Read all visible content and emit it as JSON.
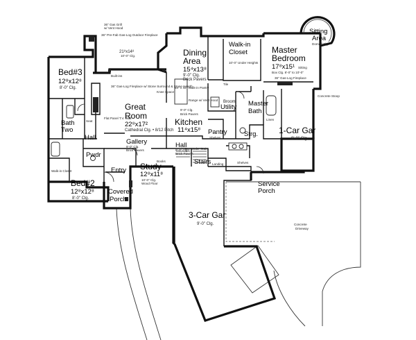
{
  "rooms": {
    "bed3": {
      "name": "Bed#3",
      "dim": "12⁸x12⁸",
      "note": "8'-0\" Clg."
    },
    "bed2": {
      "name": "Bed#2",
      "dim": "12⁸x12⁸",
      "note": "8'-0\" Clg."
    },
    "great": {
      "name": "Great",
      "name2": "Room",
      "dim": "22⁸x17²",
      "note": "Cathedral Clg. • 8/12 Pitch"
    },
    "dining": {
      "name": "Dining",
      "name2": "Area",
      "dim": "15⁴x13⁸",
      "note": "9'-0\" Clg.",
      "note2": "Brick Pavers"
    },
    "walkin": {
      "name": "Walk-in",
      "name2": "Closet",
      "note": "10'-0\" Under Heights"
    },
    "master": {
      "name": "Master",
      "name2": "Bedroom",
      "dim": "17⁸x15¹",
      "note": "Sitting",
      "note2": "Box Clg. 8'-0\" to 10'-0\"",
      "note3": "36\" Gas-Log Fireplace"
    },
    "sitting": {
      "name": "Sitting",
      "name2": "Area",
      "note": "Domed Clg."
    },
    "kitchen": {
      "name": "Kitchen",
      "dim": "11⁴x15⁸",
      "note": "9'-0\" Clg.",
      "note2": "Brick Pavers"
    },
    "utility": {
      "name": "Utility",
      "note": "Broom"
    },
    "masterbath": {
      "name": "Master",
      "name2": "Bath"
    },
    "pantry": {
      "name": "Pantry",
      "note": "Shelves"
    },
    "strg": {
      "name": "Strg."
    },
    "gar1": {
      "name": "1-Car Gar",
      "note": "9'-0\" Clg."
    },
    "gallery": {
      "name": "Gallery",
      "note": "9'-0\" Clg.",
      "note2": "Brick Pavers"
    },
    "study": {
      "name": "Study",
      "dim": "12⁸x11⁸",
      "note": "10'-0\" Clg.",
      "note2": "Wood Floor"
    },
    "entry": {
      "name": "Entry"
    },
    "covered": {
      "name": "Covered",
      "name2": "Porch"
    },
    "hall1": {
      "name": "Hall"
    },
    "hall2": {
      "name": "Hall",
      "note": "9'-0\" Clg.",
      "note2": "Brick Pavers"
    },
    "stairs": {
      "name": "Stairs"
    },
    "bath2": {
      "name": "Bath",
      "name2": "Two"
    },
    "pwdr": {
      "name": "Pwdr"
    },
    "gar3": {
      "name": "3-Car Gar",
      "note": "9'-0\" Clg."
    },
    "service": {
      "name": "Service",
      "name2": "Porch"
    },
    "driveway": {
      "name": "Concrete",
      "name2": "Driveway"
    }
  },
  "notes": {
    "grill": "36\" Gas Grill",
    "grill2": "w/ Vent Hood",
    "outdoor_fp": "36\" Pre-Fab Gas-Log Outdoor Fireplace",
    "porch_dim": "21⁸x14⁸",
    "porch_clg": "10'-0\" Clg.",
    "built_ins": "Built-ins",
    "gas_log": "36\" Gas-Log Fireplace w/ Stone Surround & Stone Hearth",
    "knee_space": "Knee Space",
    "range": "Range w/ Vent Hood",
    "pantry_wd": "54\" x 44\" Walk-in Pantry",
    "flat_panel": "Flat Panel T.V. Wall",
    "concrete_stoop": "Concrete Stoop",
    "shelves": "Shelves",
    "landing": "Landing",
    "tile": "Tile",
    "linen": "Linen",
    "books": "Books",
    "seat": "Seat",
    "stg_under": "Stg. Under Stairs",
    "walkin_closet": "Walk-in Closet"
  }
}
